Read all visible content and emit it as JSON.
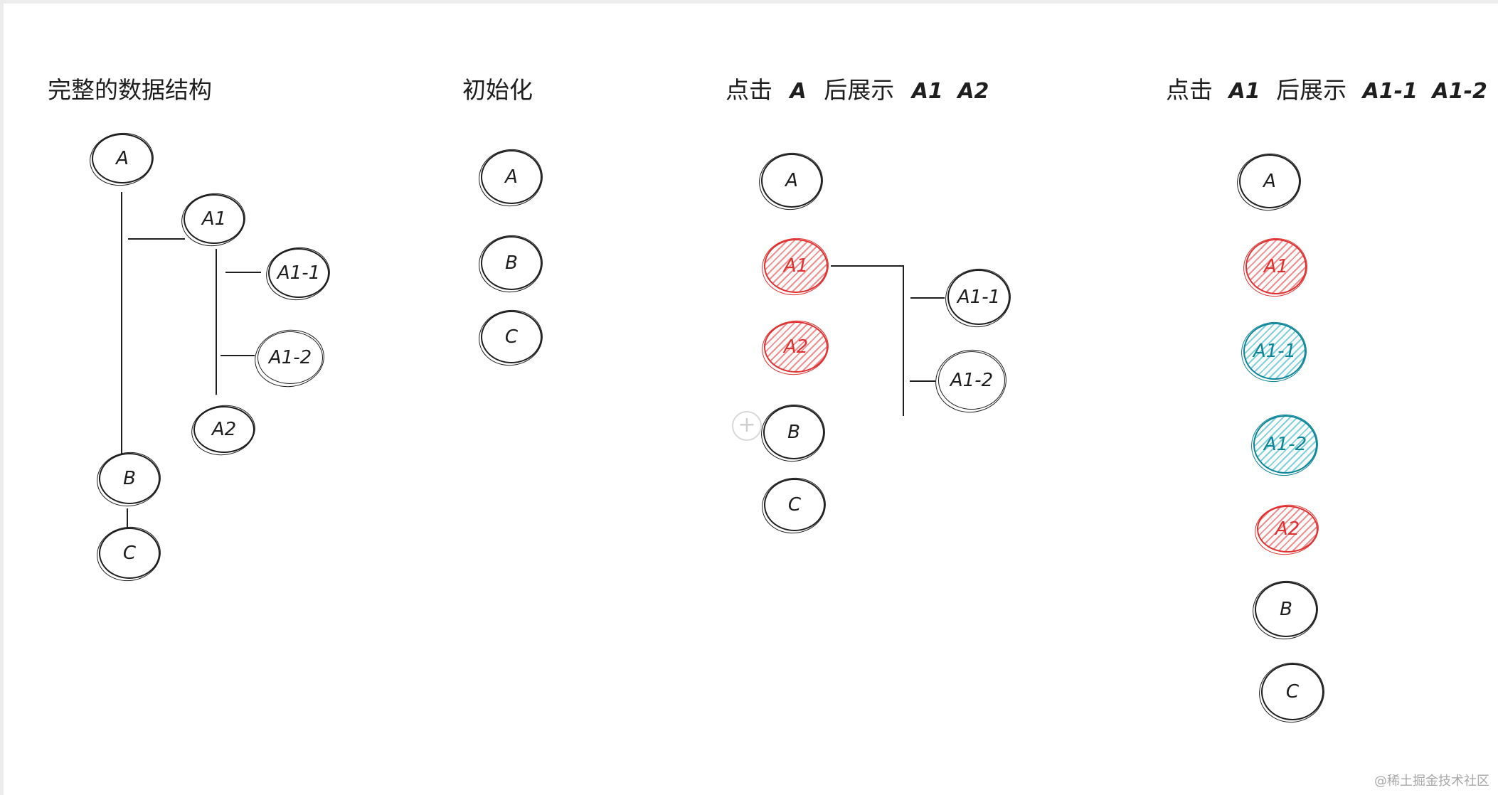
{
  "titles": {
    "full": "完整的数据结构",
    "init": "初始化",
    "click_a": {
      "prefix": "点击",
      "node": "A",
      "middle": "后展示",
      "shown_1": "A1",
      "shown_2": "A2"
    },
    "click_a1": {
      "prefix": "点击",
      "node": "A1",
      "middle": "后展示",
      "shown_1": "A1-1",
      "shown_2": "A1-2"
    }
  },
  "nodes": {
    "A": "A",
    "A1": "A1",
    "A1_1": "A1-1",
    "A1_2": "A1-2",
    "A2": "A2",
    "B": "B",
    "C": "C"
  },
  "colors": {
    "stroke": "#1e1e1e",
    "expanded_red": "#e03131",
    "expanded_teal": "#0c8599"
  },
  "watermark": "@稀土掘金技术社区"
}
